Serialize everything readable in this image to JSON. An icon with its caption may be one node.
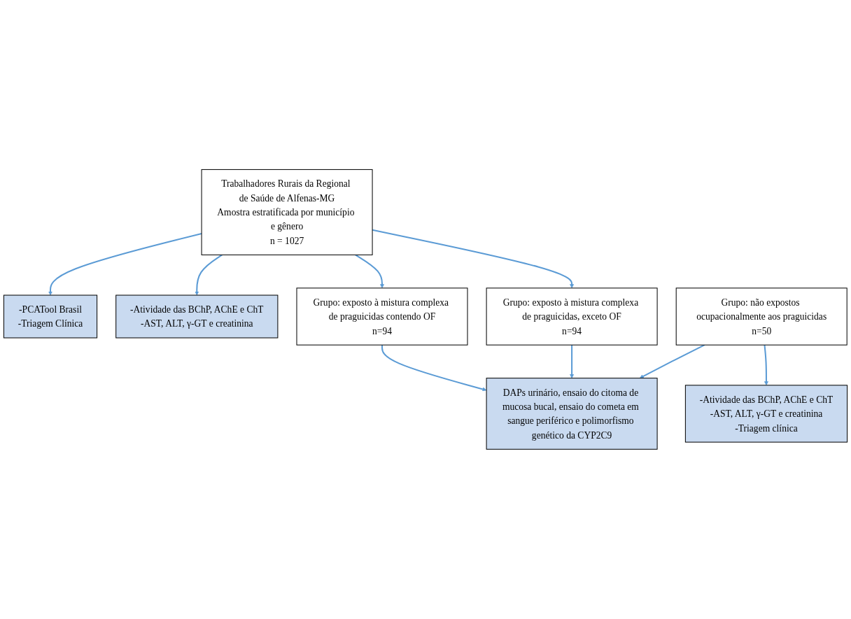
{
  "diagram": {
    "nodes": [
      {
        "text": [
          "-PCATool Brasil",
          "-Triagem Clínica"
        ]
      },
      {
        "text": [
          "-Atividade das BChP, AChE e ChT",
          "-AST, ALT, γ-GT e creatinina"
        ]
      },
      {
        "text": [
          "-Atividade das BChP, AChE e ChT",
          "-AST, ALT, γ-GT e creatinina",
          "-Triagem clínica"
        ]
      },
      {
        "text": [
          "Trabalhadores Rurais da Regional de Saúde de Alfenas-MG",
          "Amostra estratificada por município e gênero",
          "n = 1027"
        ]
      },
      {
        "text": [
          "Grupo: exposto à mistura complexa de praguicidas contendo OF",
          "n=94"
        ]
      },
      {
        "text": [
          "Grupo: exposto à mistura complexa de praguicidas, exceto OF",
          "n=94"
        ]
      },
      {
        "text": [
          "Grupo: não expostos ocupacionalmente aos praguicidas",
          "n=50"
        ]
      },
      {
        "text": [
          "DAPs urinário, ensaio do citoma de mucosa bucal, ensaio do cometa em sangue periférico e polimorfismo genético da CYP2C9"
        ]
      }
    ],
    "edges": [
      {
        "from": 3,
        "to": 0,
        "arrow": "to"
      },
      {
        "from": 3,
        "to": 1,
        "arrow": "to"
      },
      {
        "from": 3,
        "to": 4,
        "arrow": "to"
      },
      {
        "from": 3,
        "to": 5,
        "arrow": "to"
      },
      {
        "from": 6,
        "to": 2,
        "arrow": "to"
      },
      {
        "from": 4,
        "to": 7,
        "arrow": "to"
      },
      {
        "from": 5,
        "to": 7,
        "arrow": "to"
      },
      {
        "from": 6,
        "to": 7,
        "arrow": "to"
      }
    ]
  }
}
